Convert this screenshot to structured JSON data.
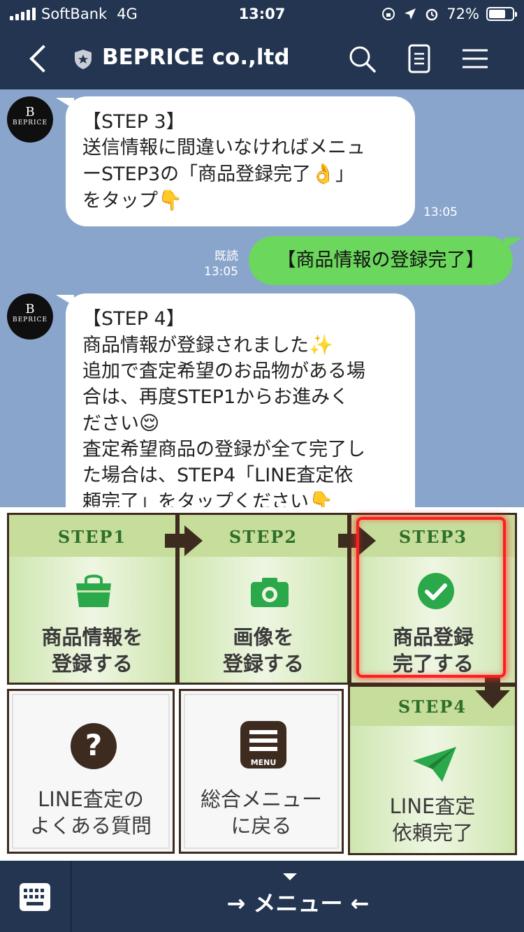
{
  "status": {
    "carrier": "SoftBank",
    "network": "4G",
    "time": "13:07",
    "battery_percent": "72%",
    "battery_level": 0.72
  },
  "header": {
    "title": "BEPRICE co.,ltd",
    "icons": [
      "back-icon",
      "shield-icon",
      "search-icon",
      "notes-icon",
      "hamburger-menu-icon"
    ]
  },
  "chat": {
    "avatar": {
      "line1": "B",
      "line2": "BEPRICE"
    },
    "messages": [
      {
        "from": "bot",
        "line1": "【STEP 3】",
        "line2": "送信情報に間違いなければメニュ",
        "line3": "ーSTEP3の「商品登録完了",
        "line3_emoji": "👌",
        "line3_end": "」",
        "line4": "をタップ",
        "line4_emoji": "👇",
        "time": "13:05"
      },
      {
        "from": "me",
        "text": "【商品情報の登録完了】",
        "read": "既読",
        "time": "13:05"
      },
      {
        "from": "bot",
        "line1": "【STEP 4】",
        "line2": "商品情報が登録されました",
        "line2_emoji": "✨",
        "line3": "追加で査定希望のお品物がある場",
        "line4": "合は、再度STEP1からお進みく",
        "line5": "ださい",
        "line5_emoji": "😌",
        "line6": "査定希望商品の登録が全て完了し",
        "line7": "た場合は、STEP4「LINE査定依",
        "line8": "頼完了」をタップください",
        "line8_emoji": "👇"
      }
    ]
  },
  "richmenu": {
    "step1": {
      "head": "STEP1",
      "line1": "商品情報を",
      "line2": "登録する",
      "icon": "bag-icon"
    },
    "step2": {
      "head": "STEP2",
      "line1": "画像を",
      "line2": "登録する",
      "icon": "camera-icon"
    },
    "step3": {
      "head": "STEP3",
      "line1": "商品登録",
      "line2": "完了する",
      "icon": "check-circle-icon"
    },
    "faq": {
      "line1": "LINE査定の",
      "line2": "よくある質問",
      "icon": "question-icon"
    },
    "menu": {
      "line1": "総合メニュー",
      "line2": "に戻る",
      "icon": "menu-icon",
      "badge": "MENU"
    },
    "step4": {
      "head": "STEP4",
      "line1": "LINE査定",
      "line2": "依頼完了",
      "icon": "paper-plane-icon"
    },
    "colors": {
      "green": "#2ba84a",
      "brown": "#3d2b1f",
      "highlight": "#ff1e1e"
    }
  },
  "bottom": {
    "menu_label": "→ メニュー ←",
    "keyboard_icon": "keyboard-icon"
  }
}
